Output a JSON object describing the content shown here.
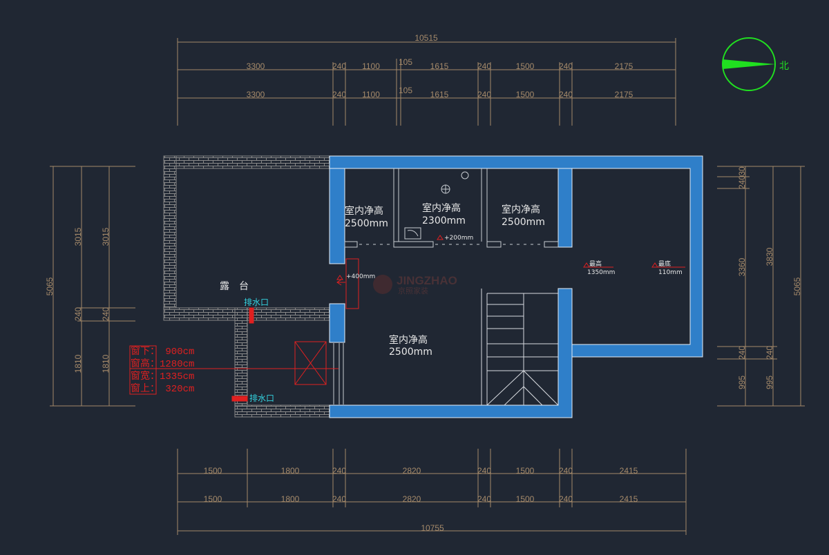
{
  "dimensions": {
    "top_total": "10515",
    "top_row1": [
      "3300",
      "240",
      "1100",
      "105",
      "1615",
      "240",
      "1500",
      "240",
      "2175"
    ],
    "top_row2": [
      "3300",
      "240",
      "1100",
      "105",
      "1615",
      "240",
      "1500",
      "240",
      "2175"
    ],
    "bottom_total": "10755",
    "bottom_row1": [
      "1500",
      "1800",
      "240",
      "2820",
      "240",
      "1500",
      "240",
      "2415"
    ],
    "bottom_row2": [
      "1500",
      "1800",
      "240",
      "2820",
      "240",
      "1500",
      "240",
      "2415"
    ],
    "left_total": "5065",
    "left_col1": [
      "3015",
      "240",
      "1810"
    ],
    "left_col2": [
      "3015",
      "240",
      "1810"
    ],
    "right_total": "5065",
    "right_col1": [
      "240",
      "3360",
      "240",
      "995"
    ],
    "right_col1_top": "30",
    "right_col2": [
      "3830",
      "240",
      "995"
    ]
  },
  "rooms": {
    "room1_label": "室内净高",
    "room1_height": "2500mm",
    "room2_label": "室内净高",
    "room2_height": "2300mm",
    "room3_label": "室内净高",
    "room3_height": "2500mm",
    "room4_label": "室内净高",
    "room4_height": "2500mm",
    "terrace": "露　台"
  },
  "markers": {
    "plus200": "+200mm",
    "plus400": "+400mm",
    "highest_label": "最高",
    "highest_value": "1350mm",
    "lowest_label": "最底",
    "lowest_value": "110mm",
    "drain1": "排水口",
    "drain2": "排水口"
  },
  "window": {
    "line1": "窗下：  900cm",
    "line2": "窗高：1280cm",
    "line3": "窗宽：1335cm",
    "line4": "窗上：  320cm"
  },
  "compass": {
    "north": "北"
  },
  "watermark": {
    "title": "JINGZHAO",
    "subtitle": "京照家装"
  },
  "colors": {
    "background": "#202733",
    "wall_blue": "#2f7fc9",
    "dimension": "#a58a6a",
    "brick": "#8a8a8a",
    "annotation_red": "#e02020",
    "annotation_cyan": "#34d3e0",
    "compass_green": "#20e020"
  }
}
